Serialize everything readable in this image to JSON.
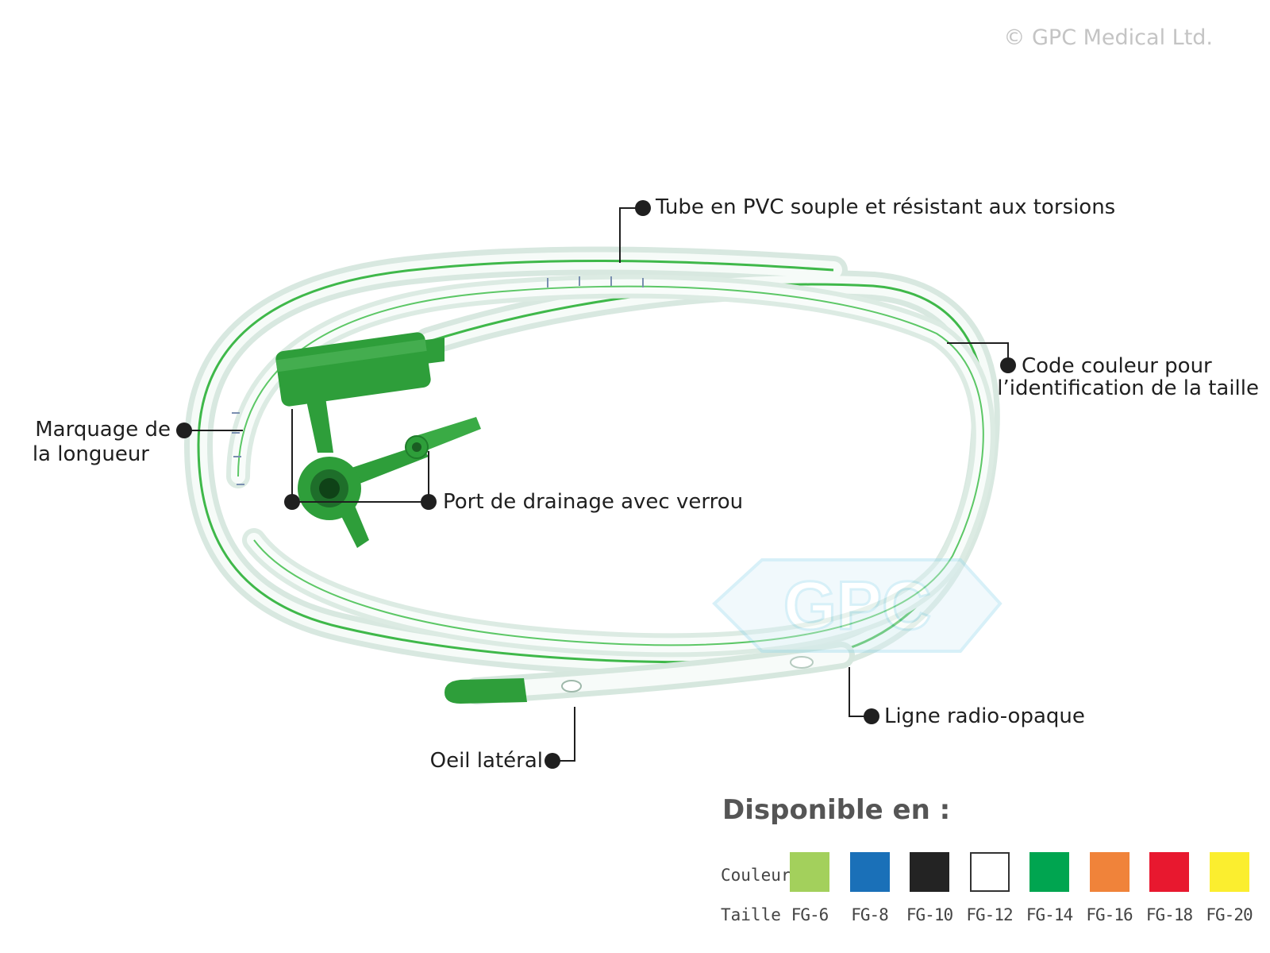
{
  "copyright": "© GPC Medical Ltd.",
  "watermark": "GPC",
  "callouts": {
    "tube": "Tube en PVC souple et résistant aux torsions",
    "color_code_line1": "Code couleur pour",
    "color_code_line2": "l’identification de la taille",
    "length_line1": "Marquage de",
    "length_line2": "la longueur",
    "drainage": "Port de drainage avec verrou",
    "radio": "Ligne radio-opaque",
    "eye": "Oeil latéral"
  },
  "availability": {
    "heading": "Disponible en :",
    "color_label": "Couleur",
    "size_label": "Taille",
    "sizes": [
      {
        "label": "FG-6",
        "color": "#a3d05c"
      },
      {
        "label": "FG-8",
        "color": "#1a70b8"
      },
      {
        "label": "FG-10",
        "color": "#232323"
      },
      {
        "label": "FG-12",
        "color": "#ffffff"
      },
      {
        "label": "FG-14",
        "color": "#00a550"
      },
      {
        "label": "FG-16",
        "color": "#f0833a"
      },
      {
        "label": "FG-18",
        "color": "#e8182f"
      },
      {
        "label": "FG-20",
        "color": "#fbee2f"
      }
    ]
  },
  "colors": {
    "tube_stripe": "#3fb84a",
    "connector": "#2e9e3a",
    "text": "#1f1f1f",
    "heading": "#555555"
  }
}
